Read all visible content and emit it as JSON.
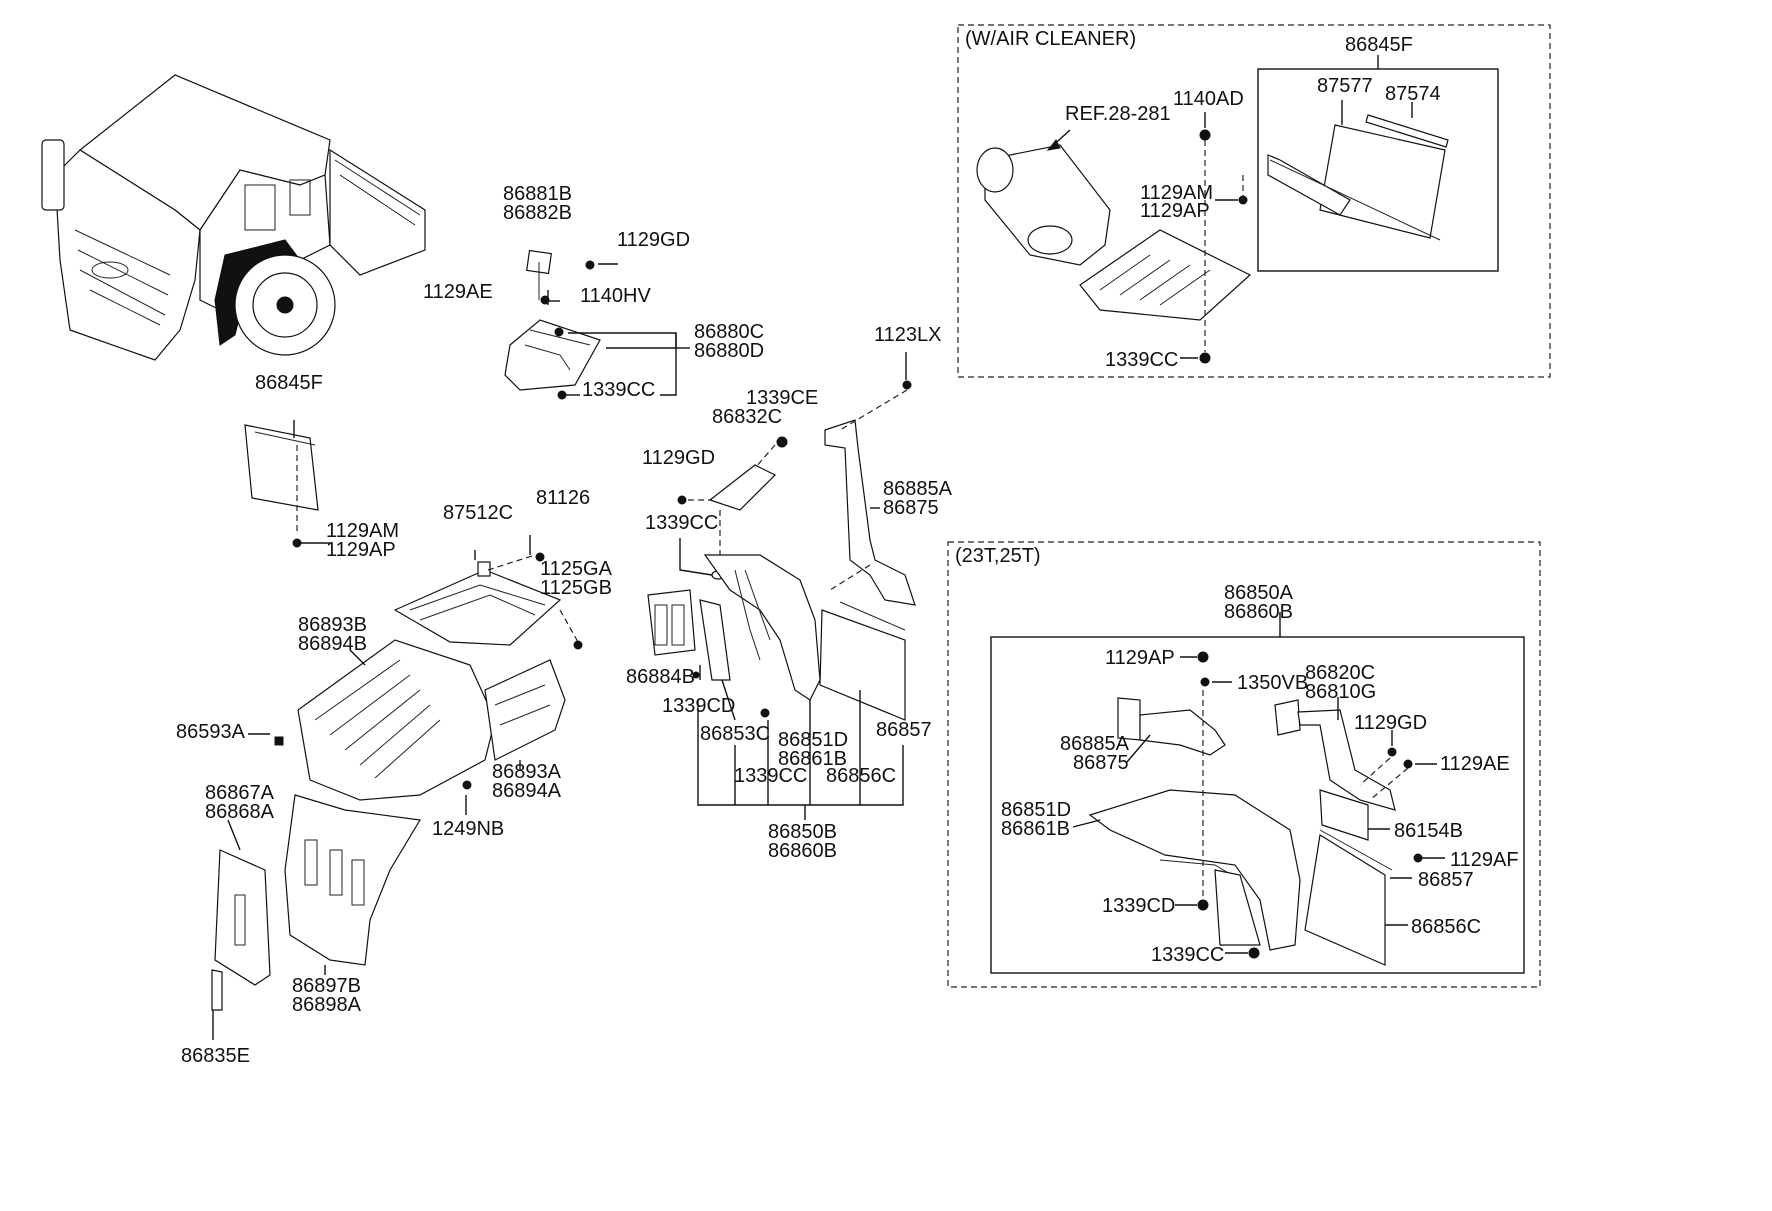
{
  "sections": {
    "air_cleaner": "(W/AIR CLEANER)",
    "variant_23t_25t": "(23T,25T)"
  },
  "labels": {
    "l86881B": "86881B",
    "l86882B": "86882B",
    "l1129GD_top": "1129GD",
    "l1129AE_top": "1129AE",
    "l1140HV": "1140HV",
    "l86880C": "86880C",
    "l86880D": "86880D",
    "l1339CC_top": "1339CC",
    "l86845F_left": "86845F",
    "l1129AM_left": "1129AM",
    "l1129AP_left": "1129AP",
    "l87512C": "87512C",
    "l81126": "81126",
    "l1125GA": "1125GA",
    "l1125GB": "1125GB",
    "l86893B": "86893B",
    "l86894B": "86894B",
    "l86593A": "86593A",
    "l86867A": "86867A",
    "l86868A": "86868A",
    "l86893A": "86893A",
    "l86894A": "86894A",
    "l1249NB": "1249NB",
    "l86897B": "86897B",
    "l86898A": "86898A",
    "l86835E": "86835E",
    "l1339CE": "1339CE",
    "l86832C": "86832C",
    "l1129GD_mid": "1129GD",
    "l1339CC_mid": "1339CC",
    "l1123LX": "1123LX",
    "l86885A_mid": "86885A",
    "l86875_mid": "86875",
    "l86884B": "86884B",
    "l1339CD_mid": "1339CD",
    "l86853C": "86853C",
    "l86851D_mid": "86851D",
    "l86861B_mid": "86861B",
    "l86857_mid": "86857",
    "l1339CC_low": "1339CC",
    "l86856C_mid": "86856C",
    "l86850B": "86850B",
    "l86860B_mid": "86860B",
    "l86845F_right": "86845F",
    "lREF": "REF.28-281",
    "l1140AD": "1140AD",
    "l87577": "87577",
    "l87574": "87574",
    "l1129AM_right": "1129AM",
    "l1129AP_right": "1129AP",
    "l1339CC_air": "1339CC",
    "l86850A": "86850A",
    "l86860B_right": "86860B",
    "l1129AP_r": "1129AP",
    "l1350VB": "1350VB",
    "l86820C": "86820C",
    "l86810G": "86810G",
    "l1129GD_r": "1129GD",
    "l1129AE_r": "1129AE",
    "l86885A_r": "86885A",
    "l86875_r": "86875",
    "l86851D_r": "86851D",
    "l86861B_r": "86861B",
    "l86154B": "86154B",
    "l1129AF": "1129AF",
    "l86857_r": "86857",
    "l1339CD_r": "1339CD",
    "l86856C_r": "86856C",
    "l1339CC_r": "1339CC"
  }
}
